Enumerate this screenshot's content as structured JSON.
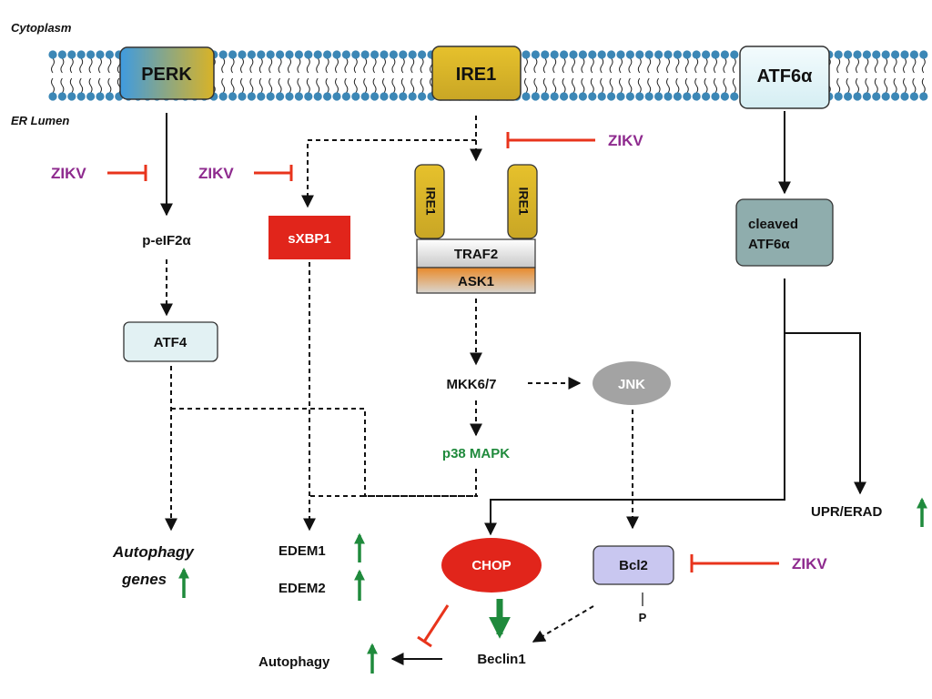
{
  "regions": {
    "cytoplasm": "Cytoplasm",
    "er_lumen": "ER Lumen"
  },
  "receptors": {
    "perk": "PERK",
    "ire1": "IRE1",
    "atf6": "ATF6α"
  },
  "complex": {
    "ire1_left": "IRE1",
    "ire1_right": "IRE1",
    "traf2": "TRAF2",
    "ask1": "ASK1"
  },
  "nodes": {
    "p_eif2a": "p-eIF2α",
    "atf4": "ATF4",
    "sxbp1": "sXBP1",
    "cleaved_atf6_line1": "cleaved",
    "cleaved_atf6_line2": "ATF6α",
    "mkk": "MKK6/7",
    "jnk": "JNK",
    "p38": "p38 MAPK",
    "chop": "CHOP",
    "bcl2": "Bcl2",
    "phospho": "P",
    "beclin": "Beclin1",
    "autophagy": "Autophagy",
    "autophagy_genes_line1": "Autophagy",
    "autophagy_genes_line2": "genes",
    "edem1": "EDEM1",
    "edem2": "EDEM2",
    "upr_erad": "UPR/ERAD"
  },
  "inhibitors": {
    "zikv_1": "ZIKV",
    "zikv_2": "ZIKV",
    "zikv_3": "ZIKV",
    "zikv_4": "ZIKV"
  },
  "colors": {
    "inhibit": "#e8341c",
    "zikv_text": "#8e2a8e",
    "up_arrow": "#1f8a3c",
    "sxbp1": "#e1251b",
    "chop": "#e1251b",
    "ire1": "#d4b52a",
    "cleaved_atf6": "#8fadad",
    "jnk": "#a3a3a3",
    "bcl2": "#c9c7f0",
    "atf4": "#e2f1f3",
    "membrane_head": "#3c87b6"
  }
}
